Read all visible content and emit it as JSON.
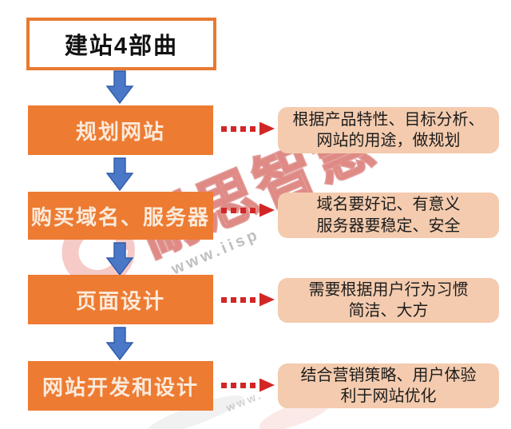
{
  "title": "建站4部曲",
  "steps": [
    {
      "label": "规划网站",
      "note_line1": "根据产品特性、目标分析、",
      "note_line2": "网站的用途，做规划"
    },
    {
      "label": "购买域名、服务器",
      "note_line1": "域名要好记、有意义",
      "note_line2": "服务器要稳定、安全"
    },
    {
      "label": "页面设计",
      "note_line1": "需要根据用户行为习惯",
      "note_line2": "简洁、大方"
    },
    {
      "label": "网站开发和设计",
      "note_line1": "结合营销策略、用户体验",
      "note_line2": "利于网站优化"
    }
  ],
  "watermark": {
    "brand": "耐思智慧",
    "url": "www.iisp",
    "url_small": "www."
  },
  "colors": {
    "box_orange": "#ED7B32",
    "note_peach": "#F4CBAE",
    "arrow_blue": "#4A78C6",
    "arrow_blue_stroke": "#2E5AA8",
    "arrow_red": "#D22626",
    "title_border": "#E87A30",
    "watermark_red": "#C53E37"
  }
}
